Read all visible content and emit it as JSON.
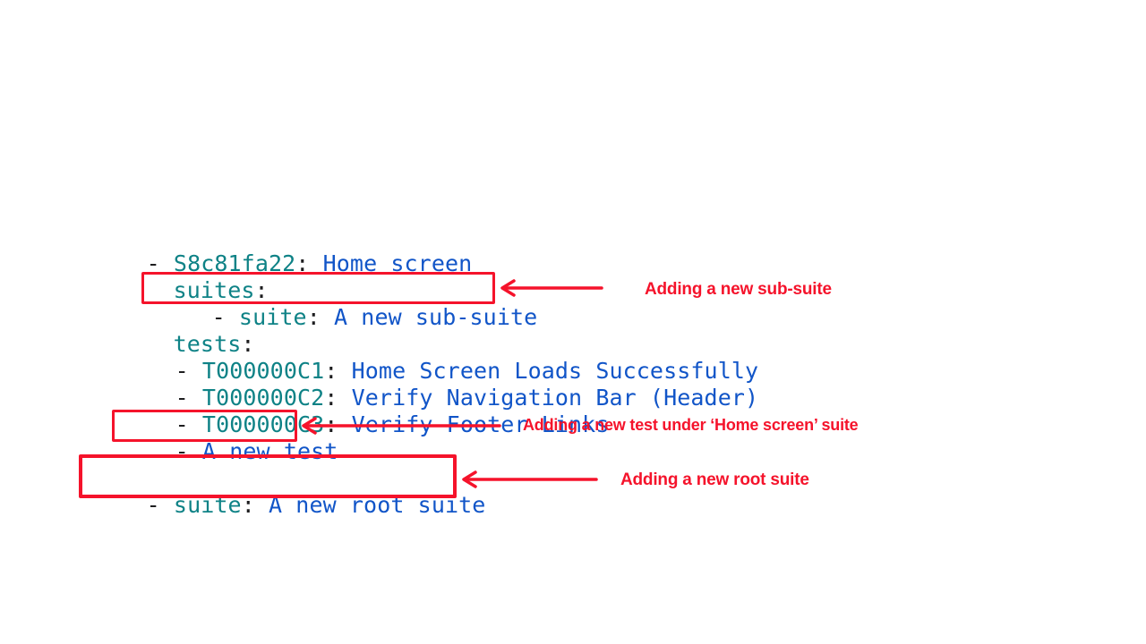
{
  "colors": {
    "red": "#F5132B",
    "teal": "#0E8286",
    "blue": "#1155C8",
    "ink": "#1D1D1F",
    "bg": "#FFFFFF"
  },
  "code": {
    "language": "yaml",
    "lines": [
      {
        "dash": "- ",
        "key": "S8c81fa22",
        "colon": ": ",
        "value": "Home screen"
      },
      {
        "key": "suites",
        "colon": ":"
      },
      {
        "dash": "- ",
        "key": "suite",
        "colon": ": ",
        "value": "A new sub-suite"
      },
      {
        "key": "tests",
        "colon": ":"
      },
      {
        "dash": "- ",
        "key": "T000000C1",
        "colon": ": ",
        "value": "Home Screen Loads Successfully"
      },
      {
        "dash": "- ",
        "key": "T000000C2",
        "colon": ": ",
        "value": "Verify Navigation Bar (Header)"
      },
      {
        "dash": "- ",
        "key": "T000000C3",
        "colon": ": ",
        "value": "Verify Footer Links"
      },
      {
        "dash": "- ",
        "value": "A new test"
      },
      {
        "dash": "- ",
        "key": "suite",
        "colon": ": ",
        "value": "A new root suite"
      }
    ]
  },
  "annotations": [
    {
      "label": "Adding a new sub-suite"
    },
    {
      "label": "Adding a new test under ‘Home screen’ suite"
    },
    {
      "label": "Adding a new root suite"
    }
  ]
}
